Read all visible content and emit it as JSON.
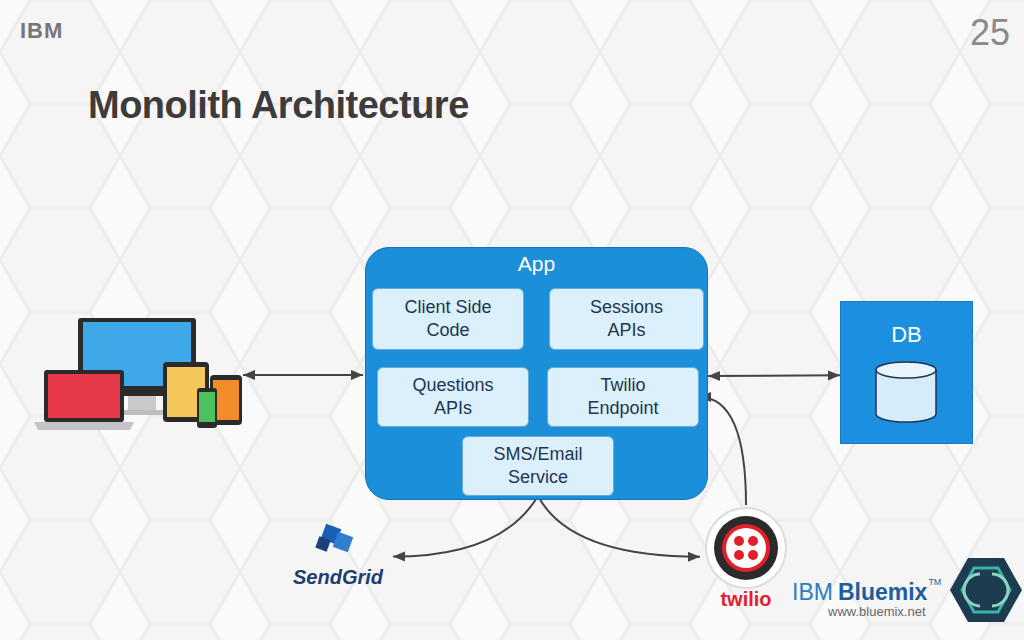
{
  "diagram": {
    "title": "Monolith Architecture",
    "nodes": [
      {
        "text": [
          "App"
        ]
      },
      {
        "text": [
          "Client Side Code"
        ],
        "in": 0
      },
      {
        "text": [
          "Sessions APIs"
        ],
        "in": 0
      },
      {
        "text": [
          "Questions APIs"
        ],
        "in": 0
      },
      {
        "text": [
          "Twilio Endpoint"
        ],
        "in": 0
      },
      {
        "text": [
          "SMS/Email Service"
        ],
        "in": 0
      },
      {
        "text": [
          "DB"
        ]
      },
      {
        "text": [
          "SendGrid"
        ]
      },
      {
        "text": [
          "twilio"
        ]
      }
    ],
    "edges": [
      {
        "from": 0,
        "to": 6,
        "arrow": "both"
      },
      {
        "from": 5,
        "to": 7,
        "arrow": "to"
      },
      {
        "from": 5,
        "to": 8,
        "arrow": "to"
      },
      {
        "from": 8,
        "to": 4,
        "arrow": "to"
      }
    ],
    "labels": [
      "IBM",
      "25",
      "IBM",
      "Bluemix",
      "TM",
      "www.bluemix.net"
    ]
  }
}
